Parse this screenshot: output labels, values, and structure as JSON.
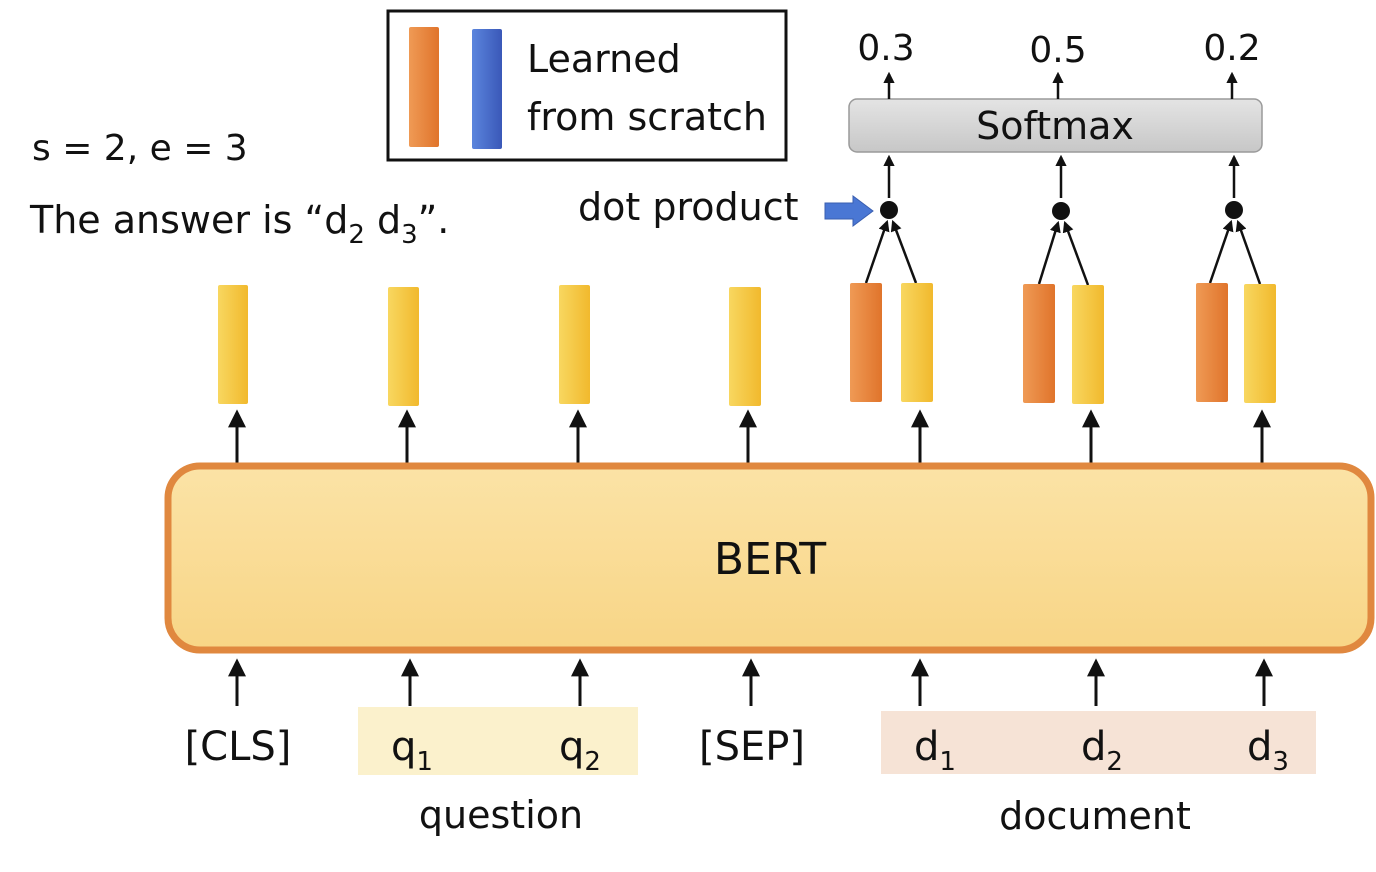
{
  "colors": {
    "yellow": "#f5c842",
    "orange": "#e8833a",
    "blue": "#4a6fcf",
    "bert_border": "#e0883f",
    "question_bg": "#fbf1cc",
    "document_bg": "#f6e3d6",
    "softmax_fill": "#d4d4d4"
  },
  "legend": {
    "line1": "Learned",
    "line2": "from scratch"
  },
  "annotation": {
    "span": "s = 2, e = 3",
    "answer_prefix": "The answer is “d",
    "answer_sub1": "2",
    "answer_mid": " d",
    "answer_sub2": "3",
    "answer_suffix": "”."
  },
  "dot_product_label": "dot product",
  "softmax": {
    "label": "Softmax",
    "outputs": [
      "0.3",
      "0.5",
      "0.2"
    ]
  },
  "bert_label": "BERT",
  "tokens": [
    {
      "base": "[CLS]",
      "sub": ""
    },
    {
      "base": "q",
      "sub": "1"
    },
    {
      "base": "q",
      "sub": "2"
    },
    {
      "base": "[SEP]",
      "sub": ""
    },
    {
      "base": "d",
      "sub": "1"
    },
    {
      "base": "d",
      "sub": "2"
    },
    {
      "base": "d",
      "sub": "3"
    }
  ],
  "groups": {
    "question": "question",
    "document": "document"
  }
}
